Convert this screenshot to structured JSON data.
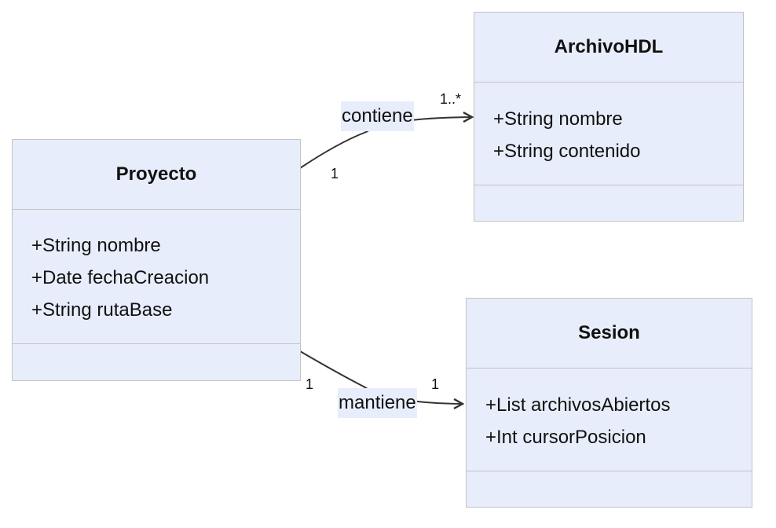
{
  "classes": {
    "proyecto": {
      "name": "Proyecto",
      "attributes": [
        "+String nombre",
        "+Date fechaCreacion",
        "+String rutaBase"
      ]
    },
    "archivo": {
      "name": "ArchivoHDL",
      "attributes": [
        "+String nombre",
        "+String contenido"
      ]
    },
    "sesion": {
      "name": "Sesion",
      "attributes": [
        "+List archivosAbiertos",
        "+Int cursorPosicion"
      ]
    }
  },
  "relations": {
    "contiene": {
      "label": "contiene",
      "source_mult": "1",
      "target_mult": "1..*"
    },
    "mantiene": {
      "label": "mantiene",
      "source_mult": "1",
      "target_mult": "1"
    }
  },
  "colors": {
    "box_fill": "#e8edfb",
    "box_border": "#c3c3c3",
    "edge": "#333333"
  }
}
